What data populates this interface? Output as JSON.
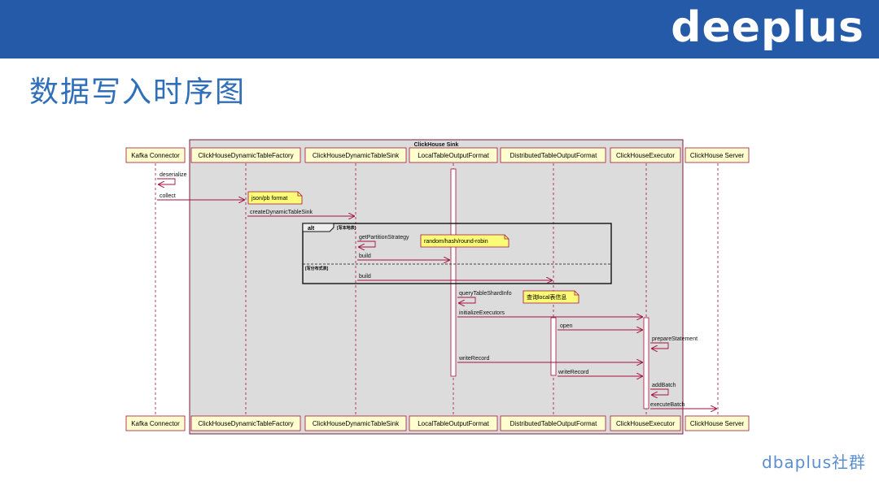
{
  "header": {
    "brand": "deeplus"
  },
  "slide": {
    "title": "数据写入时序图"
  },
  "footer": {
    "brand": "dbaplus社群"
  },
  "diagram": {
    "group_label": "ClickHouse Sink",
    "participants": [
      "Kafka Connector",
      "ClickHouseDynamicTableFactory",
      "ClickHouseDynamicTableSink",
      "LocalTableOutputFormat",
      "DistributedTableOutputFormat",
      "ClickHouseExecutor",
      "ClickHouse Server"
    ],
    "messages": [
      "deserialize",
      "collect",
      "createDynamicTableSink",
      "getPartitionStrategy",
      "build",
      "build",
      "queryTableShardInfo",
      "initializeExecutors",
      "open",
      "prepareStatement",
      "writeRecord",
      "writeRecord",
      "addBatch",
      "executeBatch"
    ],
    "notes": [
      "json/pb format",
      "random/hash/round-robin",
      "查询local表信息"
    ],
    "fragment": {
      "operator": "alt",
      "guard_1": "[写本地表]",
      "guard_2": "[写分布式表]"
    }
  }
}
